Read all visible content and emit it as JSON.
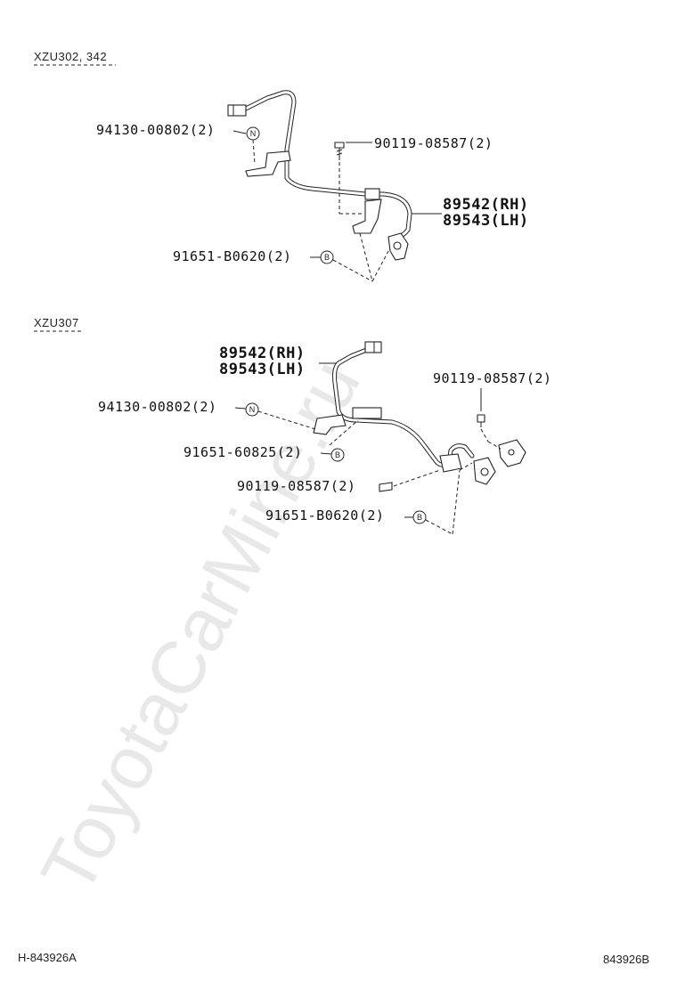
{
  "watermark": "ToyotaCarMine.ru",
  "sections": [
    {
      "model_label": "XZU302, 342",
      "callouts": {
        "clip": {
          "part_no": "94130-00802(2)",
          "symbol": "N"
        },
        "bolt": {
          "part_no": "90119-08587(2)"
        },
        "sensor_rh": {
          "part_no": "89542(RH)"
        },
        "sensor_lh": {
          "part_no": "89543(LH)"
        },
        "clamp": {
          "part_no": "91651-B0620(2)",
          "symbol": "B"
        }
      }
    },
    {
      "model_label": "XZU307",
      "callouts": {
        "sensor_rh": {
          "part_no": "89542(RH)"
        },
        "sensor_lh": {
          "part_no": "89543(LH)"
        },
        "bolt_upper": {
          "part_no": "90119-08587(2)"
        },
        "clip": {
          "part_no": "94130-00802(2)",
          "symbol": "N"
        },
        "clamp_a": {
          "part_no": "91651-60825(2)",
          "symbol": "B"
        },
        "bolt_lower": {
          "part_no": "90119-08587(2)"
        },
        "clamp_b": {
          "part_no": "91651-B0620(2)",
          "symbol": "B"
        }
      }
    }
  ],
  "footer": {
    "left_code": "H-843926A",
    "right_code": "843926B"
  }
}
